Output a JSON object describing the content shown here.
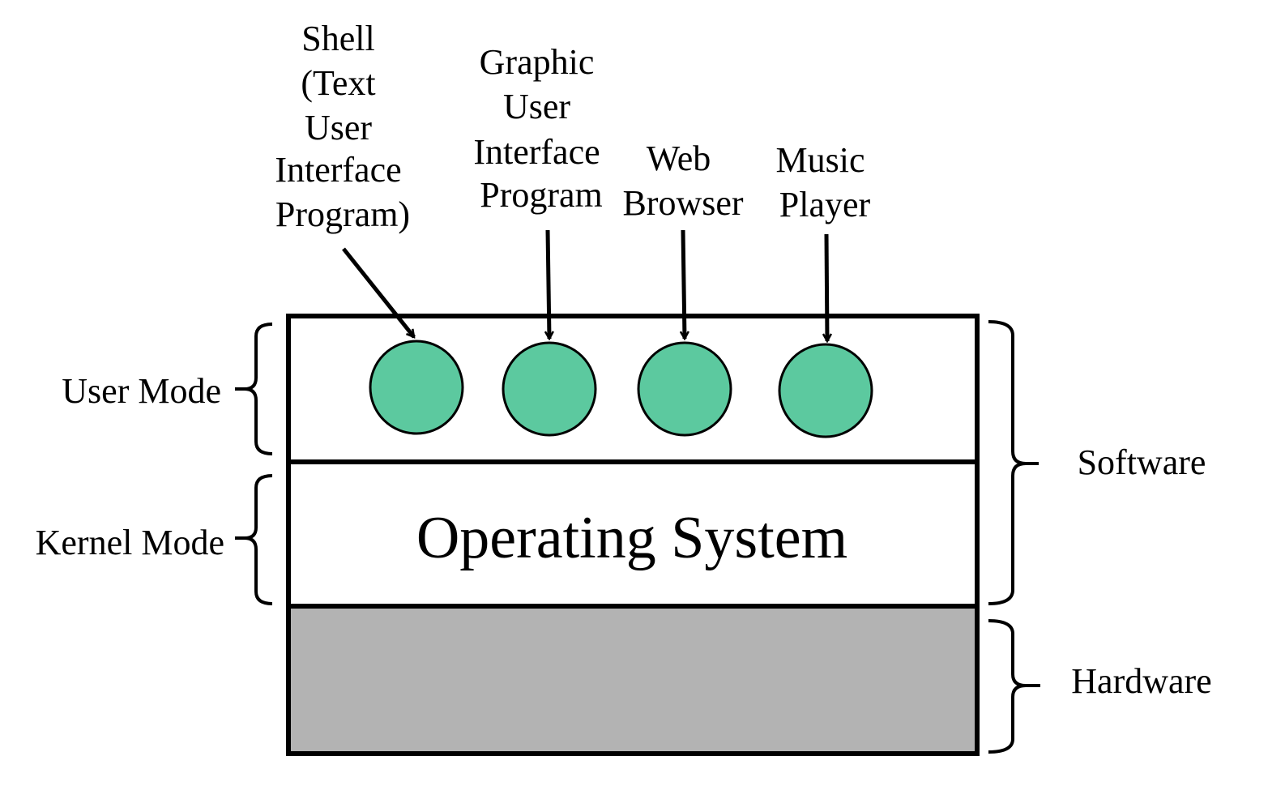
{
  "programs": [
    {
      "name": "shell",
      "lines": [
        "Shell",
        "(Text",
        "User",
        "Interface",
        "Program)"
      ]
    },
    {
      "name": "gui",
      "lines": [
        "Graphic",
        "User",
        "Interface",
        "Program"
      ]
    },
    {
      "name": "web-browser",
      "lines": [
        "Web",
        "Browser"
      ]
    },
    {
      "name": "music-player",
      "lines": [
        "Music",
        "Player"
      ]
    }
  ],
  "layers": {
    "user_mode": "User Mode",
    "kernel_mode": "Kernel Mode",
    "operating_system": "Operating System",
    "software": "Software",
    "hardware": "Hardware"
  },
  "colors": {
    "process_fill": "#5cc99f",
    "hardware_fill": "#b3b3b3",
    "stroke": "#000000"
  }
}
